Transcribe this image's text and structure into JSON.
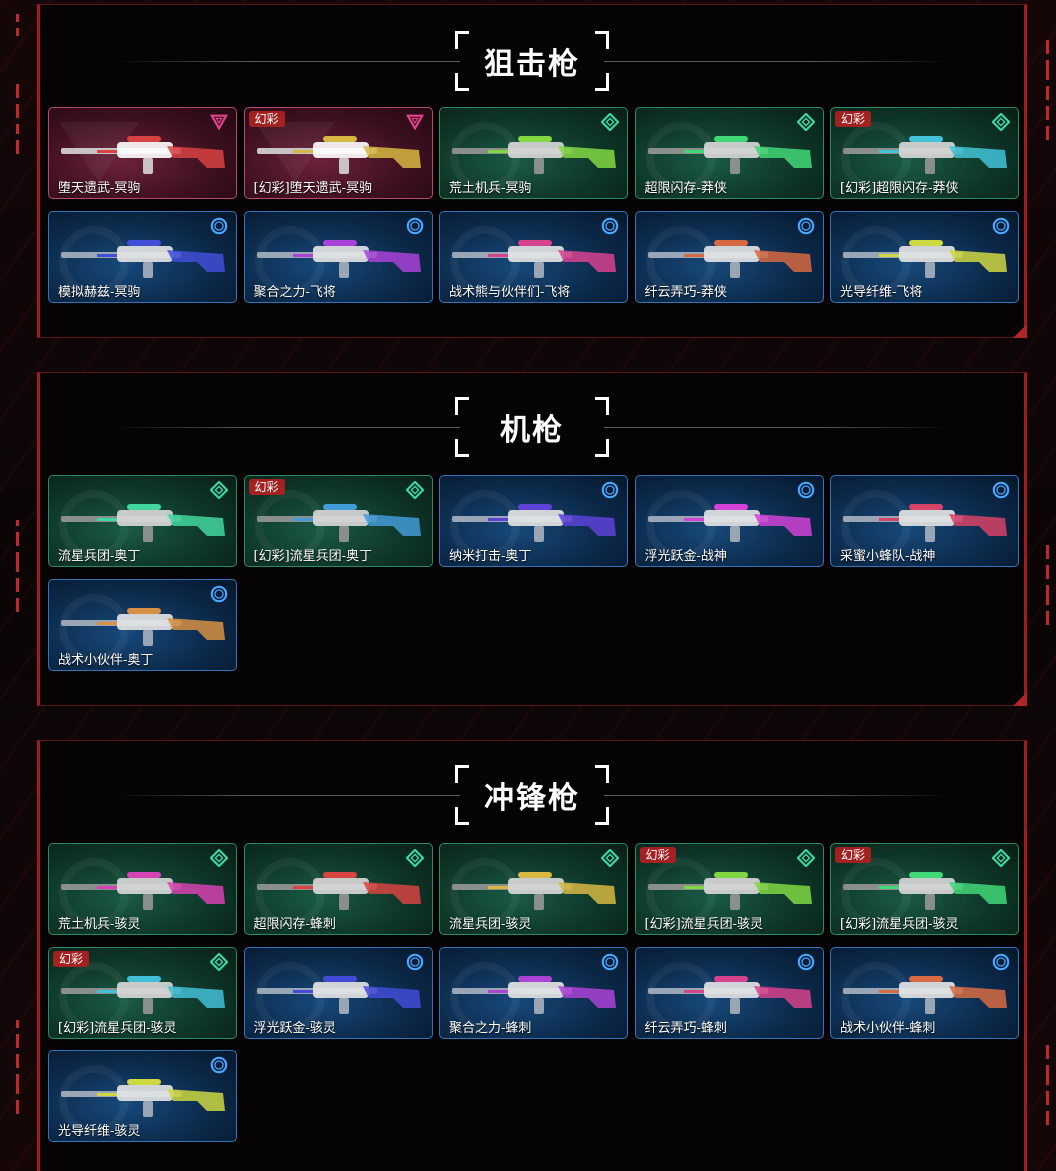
{
  "sections": [
    {
      "title": "狙击枪",
      "items": [
        {
          "name": "堕天遗武-冥驹",
          "tier": "pink",
          "phantom": false
        },
        {
          "name": "[幻彩]堕天遗武-冥驹",
          "tier": "pink",
          "phantom": true
        },
        {
          "name": "荒土机兵-冥驹",
          "tier": "green",
          "phantom": false
        },
        {
          "name": "超限闪存-莽侠",
          "tier": "green",
          "phantom": false
        },
        {
          "name": "[幻彩]超限闪存-莽侠",
          "tier": "green",
          "phantom": true
        },
        {
          "name": "模拟赫兹-冥驹",
          "tier": "blue",
          "phantom": false
        },
        {
          "name": "聚合之力-飞将",
          "tier": "blue",
          "phantom": false
        },
        {
          "name": "战术熊与伙伴们-飞将",
          "tier": "blue",
          "phantom": false
        },
        {
          "name": "纤云弄巧-莽侠",
          "tier": "blue",
          "phantom": false
        },
        {
          "name": "光导纤维-飞将",
          "tier": "blue",
          "phantom": false
        }
      ]
    },
    {
      "title": "机枪",
      "items": [
        {
          "name": "流星兵团-奥丁",
          "tier": "green",
          "phantom": false
        },
        {
          "name": "[幻彩]流星兵团-奥丁",
          "tier": "green",
          "phantom": true
        },
        {
          "name": "纳米打击-奥丁",
          "tier": "blue",
          "phantom": false
        },
        {
          "name": "浮光跃金-战神",
          "tier": "blue",
          "phantom": false
        },
        {
          "name": "采蜜小蜂队-战神",
          "tier": "blue",
          "phantom": false
        },
        {
          "name": "战术小伙伴-奥丁",
          "tier": "blue",
          "phantom": false
        }
      ]
    },
    {
      "title": "冲锋枪",
      "items": [
        {
          "name": "荒土机兵-骇灵",
          "tier": "green",
          "phantom": false
        },
        {
          "name": "超限闪存-蜂刺",
          "tier": "green",
          "phantom": false
        },
        {
          "name": "流星兵团-骇灵",
          "tier": "green",
          "phantom": false
        },
        {
          "name": "[幻彩]流星兵团-骇灵",
          "tier": "green",
          "phantom": true
        },
        {
          "name": "[幻彩]流星兵团-骇灵",
          "tier": "green",
          "phantom": true
        },
        {
          "name": "[幻彩]流星兵团-骇灵",
          "tier": "green",
          "phantom": true
        },
        {
          "name": "浮光跃金-骇灵",
          "tier": "blue",
          "phantom": false
        },
        {
          "name": "聚合之力-蜂刺",
          "tier": "blue",
          "phantom": false
        },
        {
          "name": "纤云弄巧-蜂刺",
          "tier": "blue",
          "phantom": false
        },
        {
          "name": "战术小伙伴-蜂刺",
          "tier": "blue",
          "phantom": false
        },
        {
          "name": "光导纤维-骇灵",
          "tier": "blue",
          "phantom": false
        }
      ]
    }
  ],
  "phantom_badge": "幻彩",
  "colors": {
    "pink_icon": "#e0448a",
    "green_icon": "#3fd3a0",
    "blue_icon": "#49a6ff",
    "frame_red": "#a11b22"
  },
  "icons": {
    "pink": "triangle-tier-icon",
    "green": "diamond-tier-icon",
    "blue": "circle-tier-icon"
  }
}
